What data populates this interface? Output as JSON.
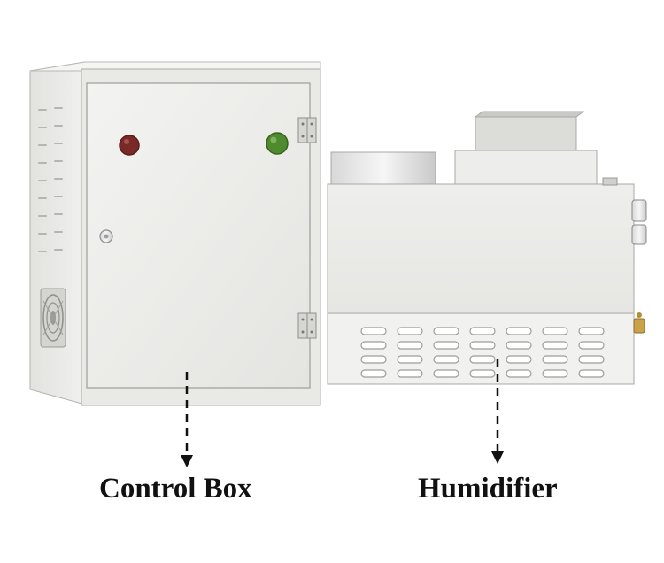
{
  "labels": {
    "control_box": "Control Box",
    "humidifier": "Humidifier"
  },
  "control_box": {
    "indicators": [
      {
        "name": "red-indicator",
        "color": "#7a2a26"
      },
      {
        "name": "green-indicator",
        "color": "#4f8a2e"
      }
    ]
  },
  "colors": {
    "enclosure": "#ececea",
    "enclosure_shade": "#d9d9d6",
    "outline": "#a8a8a4",
    "arrow": "#111111"
  }
}
